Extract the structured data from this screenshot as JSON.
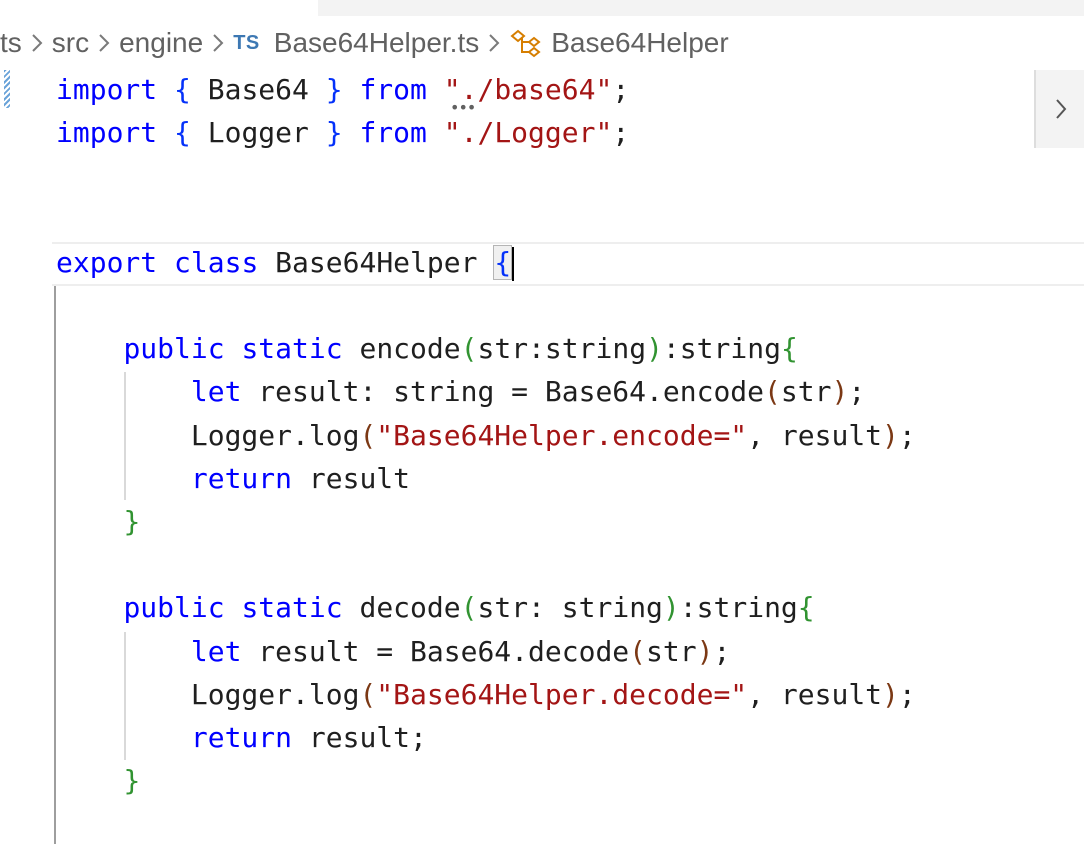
{
  "breadcrumb": {
    "items": [
      "ts",
      "src",
      "engine",
      "Base64Helper.ts",
      "Base64Helper"
    ],
    "file_badge": "TS",
    "icons": {
      "separator": "chevron-right-icon",
      "file": "typescript-file-icon",
      "symbol": "class-symbol-icon"
    }
  },
  "editor": {
    "language": "typescript",
    "lines": [
      {
        "tokens": [
          {
            "t": "import",
            "c": "kw"
          },
          {
            "t": " "
          },
          {
            "t": "{",
            "c": "b1"
          },
          {
            "t": " Base64 "
          },
          {
            "t": "}",
            "c": "b1"
          },
          {
            "t": " "
          },
          {
            "t": "from",
            "c": "kw"
          },
          {
            "t": " "
          },
          {
            "t": "\"./base64\"",
            "c": "str"
          },
          {
            "t": ";"
          }
        ]
      },
      {
        "tokens": [
          {
            "t": "import",
            "c": "kw"
          },
          {
            "t": " "
          },
          {
            "t": "{",
            "c": "b1"
          },
          {
            "t": " Logger "
          },
          {
            "t": "}",
            "c": "b1"
          },
          {
            "t": " "
          },
          {
            "t": "from",
            "c": "kw"
          },
          {
            "t": " "
          },
          {
            "t": "\"./Logger\"",
            "c": "str"
          },
          {
            "t": ";"
          }
        ]
      },
      {
        "tokens": []
      },
      {
        "tokens": []
      },
      {
        "tokens": [
          {
            "t": "export",
            "c": "kw"
          },
          {
            "t": " "
          },
          {
            "t": "class",
            "c": "kw"
          },
          {
            "t": " Base64Helper "
          },
          {
            "t": "{",
            "c": "b1",
            "match": true,
            "caret": true
          }
        ]
      },
      {
        "tokens": []
      },
      {
        "tokens": [
          {
            "t": "    "
          },
          {
            "t": "public",
            "c": "kw"
          },
          {
            "t": " "
          },
          {
            "t": "static",
            "c": "kw"
          },
          {
            "t": " encode"
          },
          {
            "t": "(",
            "c": "b2"
          },
          {
            "t": "str:string"
          },
          {
            "t": ")",
            "c": "b2"
          },
          {
            "t": ":string"
          },
          {
            "t": "{",
            "c": "b2"
          }
        ]
      },
      {
        "tokens": [
          {
            "t": "        "
          },
          {
            "t": "let",
            "c": "kw"
          },
          {
            "t": " result: string = Base64.encode"
          },
          {
            "t": "(",
            "c": "b3"
          },
          {
            "t": "str"
          },
          {
            "t": ")",
            "c": "b3"
          },
          {
            "t": ";"
          }
        ]
      },
      {
        "tokens": [
          {
            "t": "        Logger.log"
          },
          {
            "t": "(",
            "c": "b3"
          },
          {
            "t": "\"Base64Helper.encode=\"",
            "c": "str"
          },
          {
            "t": ", result"
          },
          {
            "t": ")",
            "c": "b3"
          },
          {
            "t": ";"
          }
        ]
      },
      {
        "tokens": [
          {
            "t": "        "
          },
          {
            "t": "return",
            "c": "kw"
          },
          {
            "t": " result"
          }
        ]
      },
      {
        "tokens": [
          {
            "t": "    "
          },
          {
            "t": "}",
            "c": "b2"
          }
        ]
      },
      {
        "tokens": []
      },
      {
        "tokens": [
          {
            "t": "    "
          },
          {
            "t": "public",
            "c": "kw"
          },
          {
            "t": " "
          },
          {
            "t": "static",
            "c": "kw"
          },
          {
            "t": " decode"
          },
          {
            "t": "(",
            "c": "b2"
          },
          {
            "t": "str: string"
          },
          {
            "t": ")",
            "c": "b2"
          },
          {
            "t": ":string"
          },
          {
            "t": "{",
            "c": "b2"
          }
        ]
      },
      {
        "tokens": [
          {
            "t": "        "
          },
          {
            "t": "let",
            "c": "kw"
          },
          {
            "t": " result = Base64.decode"
          },
          {
            "t": "(",
            "c": "b3"
          },
          {
            "t": "str"
          },
          {
            "t": ")",
            "c": "b3"
          },
          {
            "t": ";"
          }
        ]
      },
      {
        "tokens": [
          {
            "t": "        Logger.log"
          },
          {
            "t": "(",
            "c": "b3"
          },
          {
            "t": "\"Base64Helper.decode=\"",
            "c": "str"
          },
          {
            "t": ", result"
          },
          {
            "t": ")",
            "c": "b3"
          },
          {
            "t": ";"
          }
        ]
      },
      {
        "tokens": [
          {
            "t": "        "
          },
          {
            "t": "return",
            "c": "kw"
          },
          {
            "t": " result;"
          }
        ]
      },
      {
        "tokens": [
          {
            "t": "    "
          },
          {
            "t": "}",
            "c": "b2"
          }
        ]
      }
    ]
  },
  "colors": {
    "keyword": "#0000ff",
    "string": "#a31515",
    "bracket_level1": "#0431fa",
    "bracket_level2": "#319331",
    "bracket_level3": "#7b3814",
    "text": "#1f1f1f",
    "breadcrumb_text": "#616161",
    "ts_badge": "#3d78b3",
    "class_icon": "#d67e00"
  },
  "peek_panel": {
    "icon": "chevron-right-icon"
  }
}
